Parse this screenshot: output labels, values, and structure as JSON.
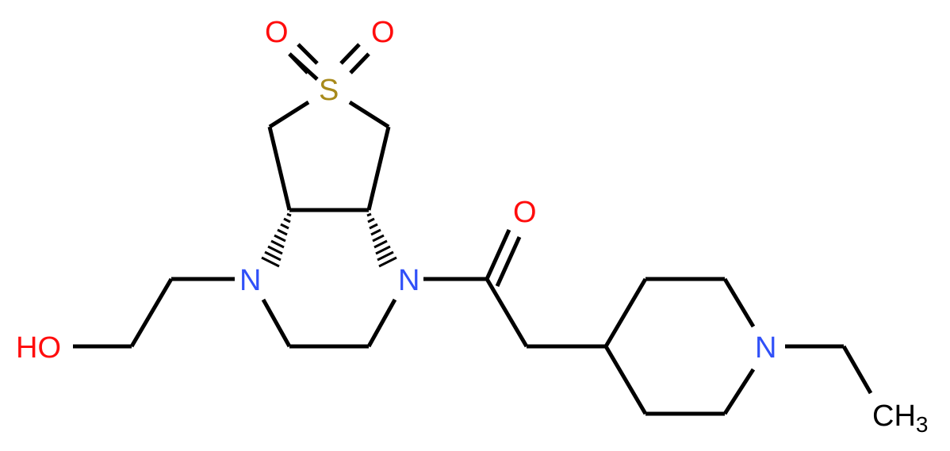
{
  "molecule": {
    "description": "Skeletal formula of a hexahydrothieno[3,4-b]pyrazine 6,6-dioxide bearing a 2-hydroxyethyl group and a 2-(1-ethylpiperidin-4-yl)acetyl group",
    "colors": {
      "bond": "#000000",
      "oxygen": "#ff0d0d",
      "nitrogen": "#3050f8",
      "sulfur": "#a88a1a",
      "carbon_label": "#000000",
      "background": "#ffffff"
    },
    "atom_labels": {
      "sulfonyl_o_left": "O",
      "sulfonyl_o_right": "O",
      "sulfur": "S",
      "n_left": "N",
      "n_right": "N",
      "carbonyl_o": "O",
      "hydroxyl": "HO",
      "piperidine_n": "N",
      "methyl_c": "CH",
      "methyl_sub": "3"
    }
  }
}
